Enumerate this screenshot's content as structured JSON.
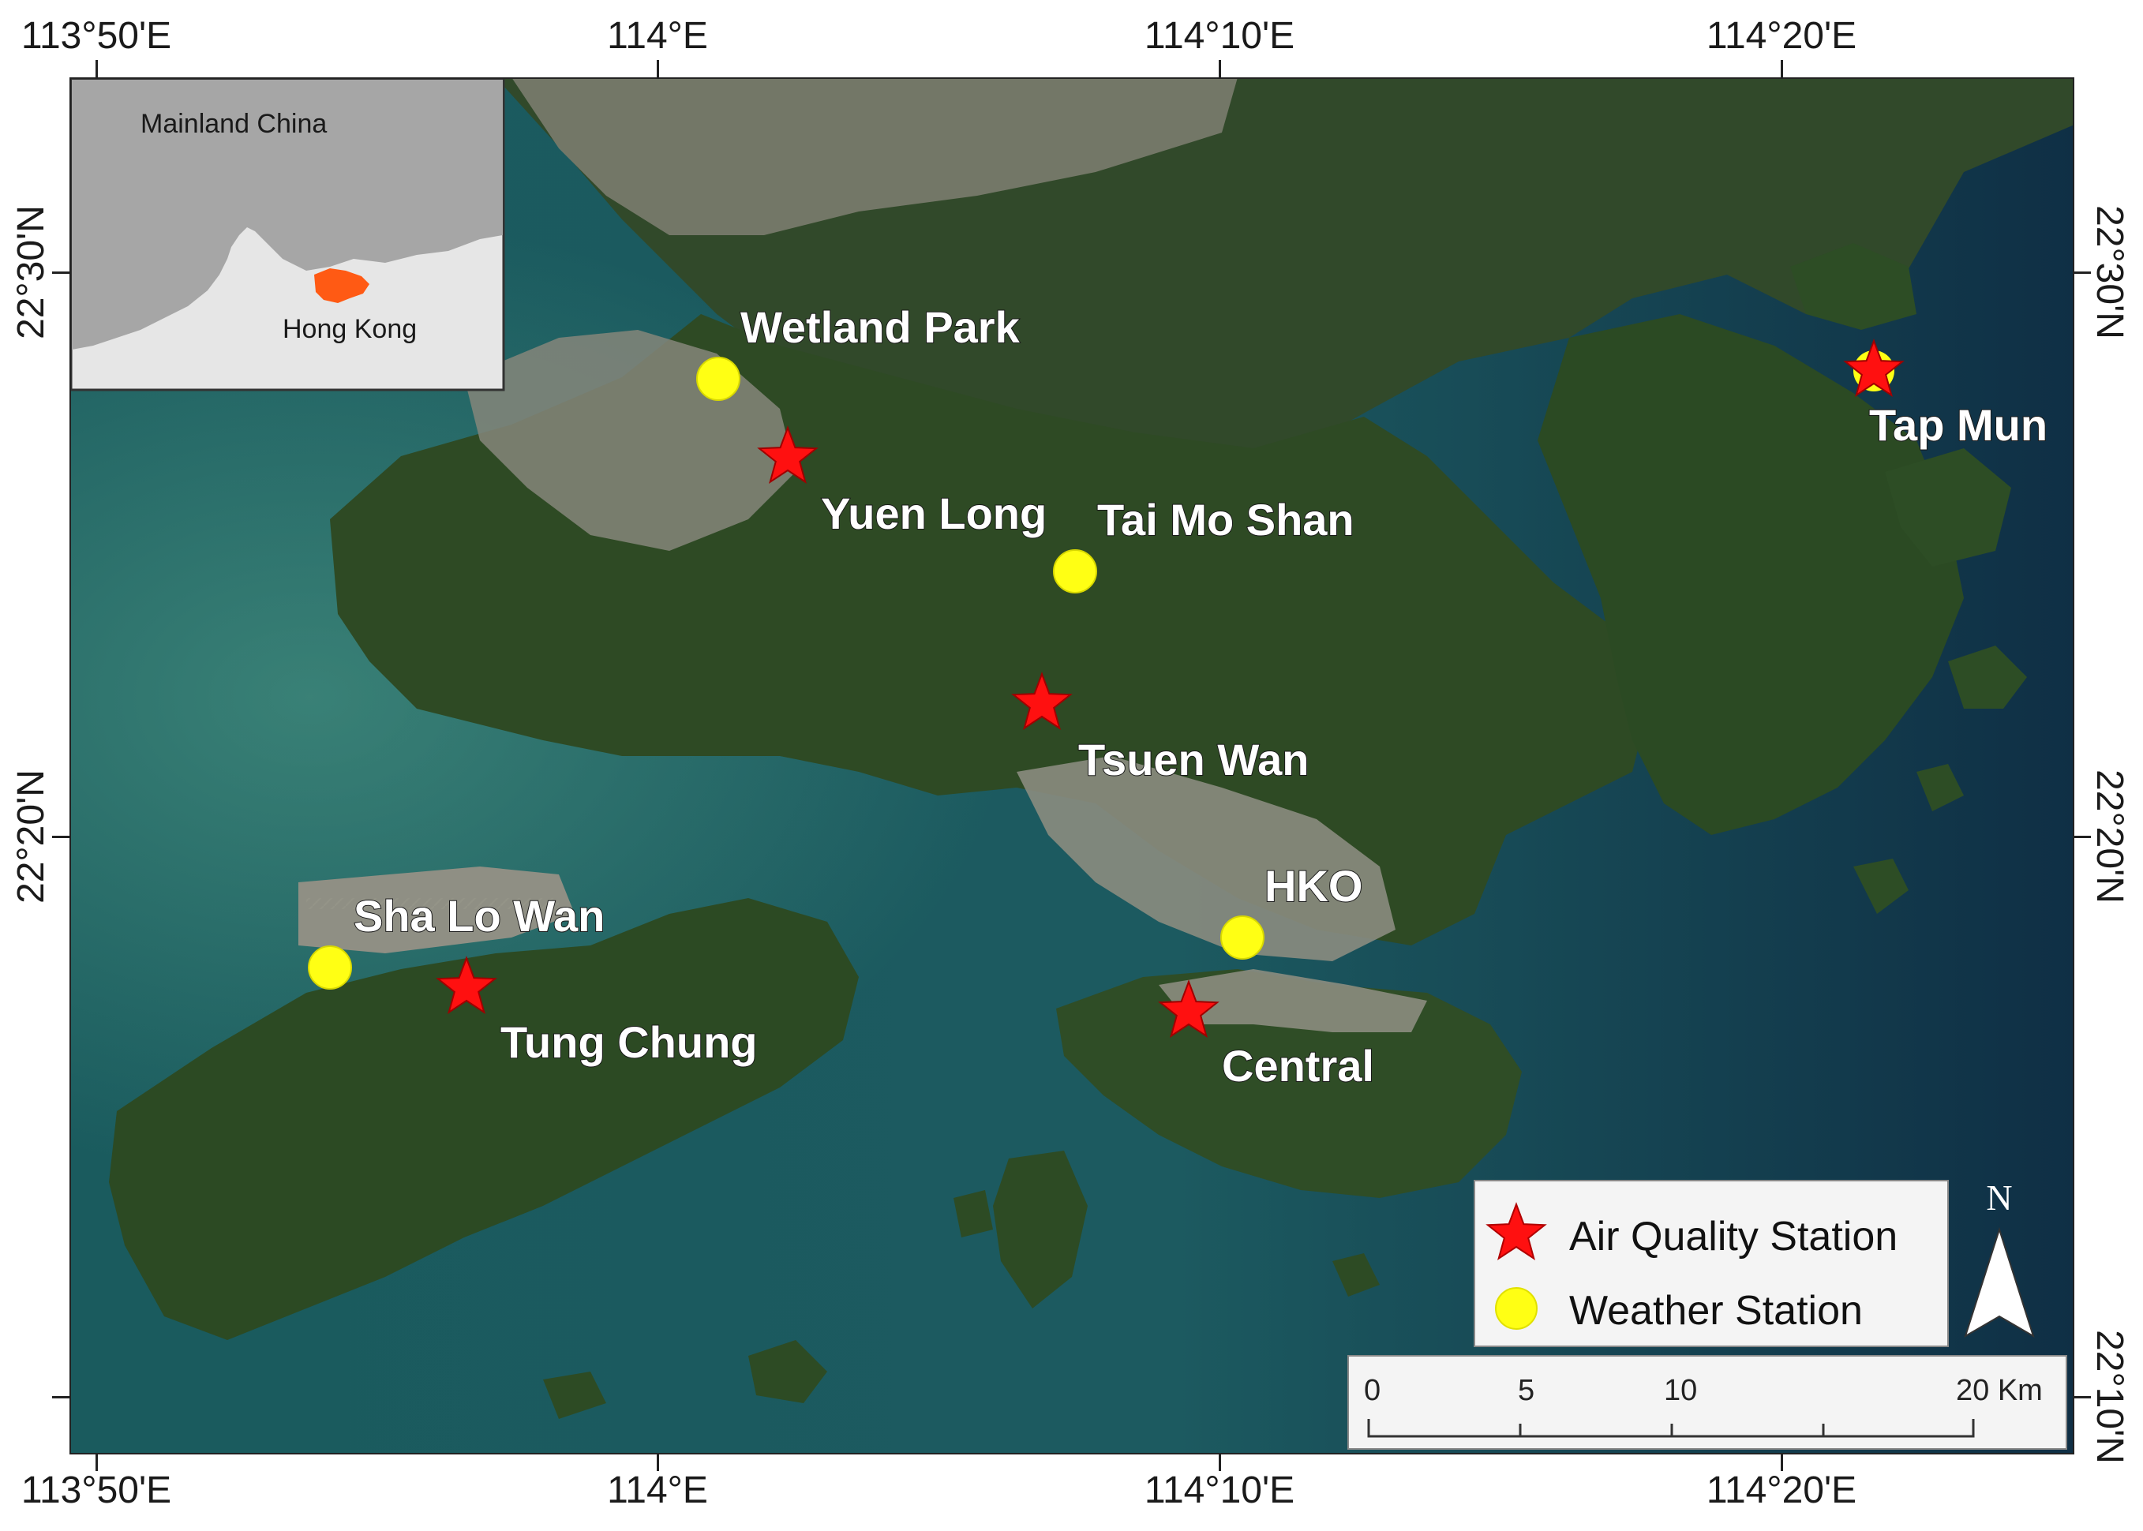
{
  "coordinates": {
    "top": [
      "113°50'E",
      "114°E",
      "114°10'E",
      "114°20'E"
    ],
    "bottom": [
      "113°50'E",
      "114°E",
      "114°10'E",
      "114°20'E"
    ],
    "left": [
      "22°30'N",
      "22°20'N"
    ],
    "right": [
      "22°30'N",
      "22°20'N",
      "22°10'N"
    ]
  },
  "inset": {
    "region_label": "Mainland China",
    "area_label": "Hong Kong",
    "land_color": "#a6a6a6",
    "sea_color": "#e6e6e6",
    "highlight_color": "#ff5a14"
  },
  "stations": {
    "air_quality": [
      {
        "label": "Yuen Long"
      },
      {
        "label": "Tap Mun"
      },
      {
        "label": "Tsuen Wan"
      },
      {
        "label": "Tung Chung"
      },
      {
        "label": "Central"
      }
    ],
    "weather": [
      {
        "label": "Wetland Park"
      },
      {
        "label": "Tai Mo Shan"
      },
      {
        "label": "HKO"
      },
      {
        "label": "Sha Lo Wan"
      }
    ]
  },
  "legend": {
    "air_quality_label": "Air Quality Station",
    "weather_label": "Weather Station",
    "air_quality_color": "#ff1010",
    "weather_color": "#ffff14"
  },
  "north_arrow": {
    "label": "N"
  },
  "scale_bar": {
    "ticks": [
      "0",
      "5",
      "10",
      "20 Km"
    ]
  },
  "colors": {
    "sea": "#1a5b5e",
    "deep_sea": "#0f2f45",
    "land": "#2f4a25",
    "urban": "#8a8a7c"
  }
}
